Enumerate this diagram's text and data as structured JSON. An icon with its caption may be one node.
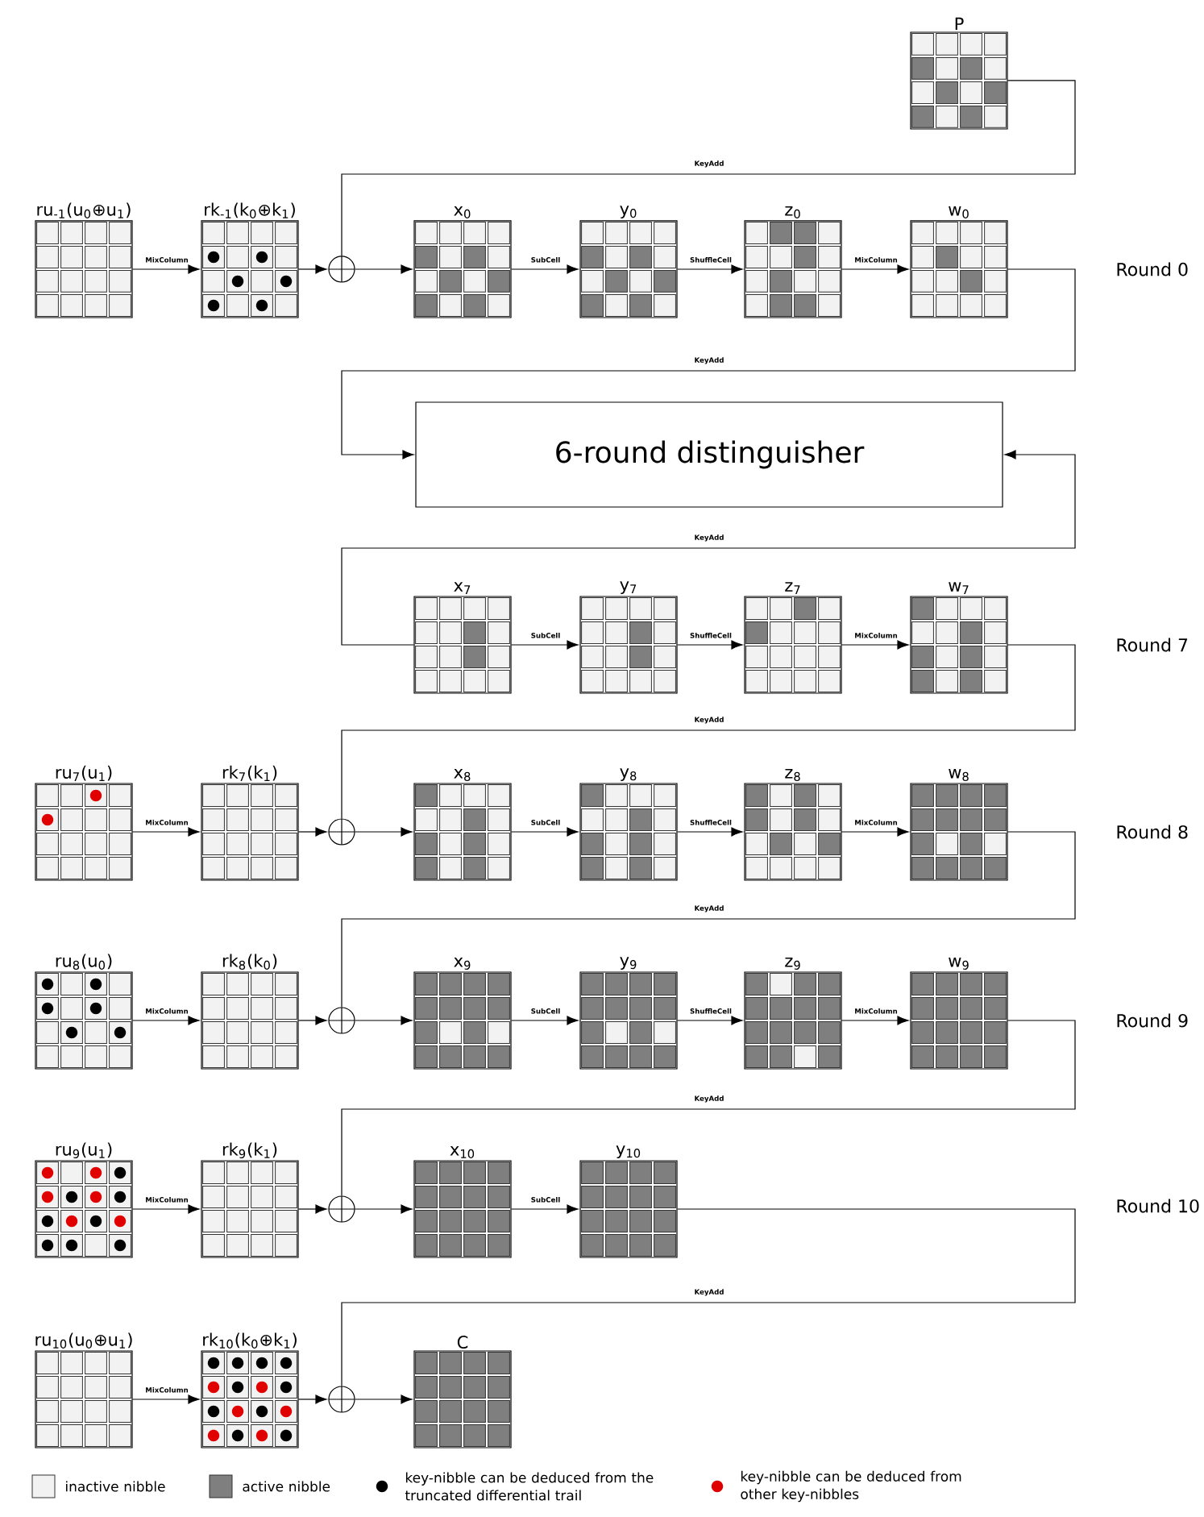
{
  "diagram": {
    "nodes": [
      {
        "text": [
          "P"
        ]
      },
      {
        "text": [
          "ru$_{-1}$(u$_{0}$⊕u$_{1}$)"
        ]
      },
      {
        "text": [
          "rk$_{-1}$(k$_{0}$⊕k$_{1}$)"
        ]
      },
      {
        "text": [],
        "shape": "circle"
      },
      {
        "text": [
          "x$_{0}$"
        ]
      },
      {
        "text": [
          "y$_{0}$"
        ]
      },
      {
        "text": [
          "z$_{0}$"
        ]
      },
      {
        "text": [
          "w$_{0}$"
        ]
      },
      {
        "text": [
          "6-round distinguisher"
        ]
      },
      {
        "text": [
          "x$_{7}$"
        ]
      },
      {
        "text": [
          "y$_{7}$"
        ]
      },
      {
        "text": [
          "z$_{7}$"
        ]
      },
      {
        "text": [
          "w$_{7}$"
        ]
      },
      {
        "text": [
          "ru$_{7}$(u$_{1}$)"
        ]
      },
      {
        "text": [
          "rk$_{7}$(k$_{1}$)"
        ]
      },
      {
        "text": [],
        "shape": "circle"
      },
      {
        "text": [
          "x$_{8}$"
        ]
      },
      {
        "text": [
          "y$_{8}$"
        ]
      },
      {
        "text": [
          "z$_{8}$"
        ]
      },
      {
        "text": [
          "w$_{8}$"
        ]
      },
      {
        "text": [
          "ru$_{8}$(u$_{0}$)"
        ]
      },
      {
        "text": [
          "rk$_{8}$(k$_{0}$)"
        ]
      },
      {
        "text": [],
        "shape": "circle"
      },
      {
        "text": [
          "x$_{9}$"
        ]
      },
      {
        "text": [
          "y$_{9}$"
        ]
      },
      {
        "text": [
          "z$_{9}$"
        ]
      },
      {
        "text": [
          "w$_{9}$"
        ]
      },
      {
        "text": [
          "ru$_{9}$(u$_{1}$)"
        ]
      },
      {
        "text": [
          "rk$_{9}$(k$_{1}$)"
        ]
      },
      {
        "text": [],
        "shape": "circle"
      },
      {
        "text": [
          "x$_{10}$"
        ]
      },
      {
        "text": [
          "y$_{10}$"
        ]
      },
      {
        "text": [
          "ru$_{10}$(u$_{0}$⊕u$_{1}$)"
        ]
      },
      {
        "text": [
          "rk$_{10}$(k$_{0}$⊕k$_{1}$)"
        ]
      },
      {
        "text": [],
        "shape": "circle"
      },
      {
        "text": [
          "C"
        ]
      }
    ],
    "edges": [
      {
        "from": 1,
        "to": 2,
        "arrow": "to",
        "label": "MixColumn"
      },
      {
        "from": 2,
        "to": 3,
        "arrow": "to"
      },
      {
        "from": 0,
        "to": 3,
        "arrow": "none",
        "label": "KeyAdd"
      },
      {
        "from": 3,
        "to": 4,
        "arrow": "to"
      },
      {
        "from": 4,
        "to": 5,
        "arrow": "to",
        "label": "SubCell"
      },
      {
        "from": 5,
        "to": 6,
        "arrow": "to",
        "label": "ShuffleCell"
      },
      {
        "from": 6,
        "to": 7,
        "arrow": "to",
        "label": "MixColumn"
      },
      {
        "from": 7,
        "to": 8,
        "arrow": "to",
        "label": "KeyAdd"
      },
      {
        "from": 9,
        "to": 8,
        "arrow": "to",
        "label": "KeyAdd"
      },
      {
        "from": 9,
        "to": 10,
        "arrow": "to",
        "label": "SubCell"
      },
      {
        "from": 10,
        "to": 11,
        "arrow": "to",
        "label": "ShuffleCell"
      },
      {
        "from": 11,
        "to": 12,
        "arrow": "to",
        "label": "MixColumn"
      },
      {
        "from": 12,
        "to": 15,
        "arrow": "none",
        "label": "KeyAdd"
      },
      {
        "from": 13,
        "to": 14,
        "arrow": "to",
        "label": "MixColumn"
      },
      {
        "from": 14,
        "to": 15,
        "arrow": "to"
      },
      {
        "from": 15,
        "to": 16,
        "arrow": "to"
      },
      {
        "from": 16,
        "to": 17,
        "arrow": "to",
        "label": "SubCell"
      },
      {
        "from": 17,
        "to": 18,
        "arrow": "to",
        "label": "ShuffleCell"
      },
      {
        "from": 18,
        "to": 19,
        "arrow": "to",
        "label": "MixColumn"
      },
      {
        "from": 19,
        "to": 22,
        "arrow": "none",
        "label": "KeyAdd"
      },
      {
        "from": 20,
        "to": 21,
        "arrow": "to",
        "label": "MixColumn"
      },
      {
        "from": 21,
        "to": 22,
        "arrow": "to"
      },
      {
        "from": 22,
        "to": 23,
        "arrow": "to"
      },
      {
        "from": 23,
        "to": 24,
        "arrow": "to",
        "label": "SubCell"
      },
      {
        "from": 24,
        "to": 25,
        "arrow": "to",
        "label": "ShuffleCell"
      },
      {
        "from": 25,
        "to": 26,
        "arrow": "to",
        "label": "MixColumn"
      },
      {
        "from": 26,
        "to": 29,
        "arrow": "none",
        "label": "KeyAdd"
      },
      {
        "from": 27,
        "to": 28,
        "arrow": "to",
        "label": "MixColumn"
      },
      {
        "from": 28,
        "to": 29,
        "arrow": "to"
      },
      {
        "from": 29,
        "to": 30,
        "arrow": "to"
      },
      {
        "from": 30,
        "to": 31,
        "arrow": "to",
        "label": "SubCell"
      },
      {
        "from": 31,
        "to": 34,
        "arrow": "none",
        "label": "KeyAdd"
      },
      {
        "from": 32,
        "to": 33,
        "arrow": "to",
        "label": "MixColumn"
      },
      {
        "from": 33,
        "to": 34,
        "arrow": "to"
      },
      {
        "from": 34,
        "to": 35,
        "arrow": "to"
      }
    ],
    "labels": [
      "Round 0",
      "Round 7",
      "Round 8",
      "Round 9",
      "Round 10"
    ],
    "legend": [
      {
        "text": "inactive nibble",
        "color": "#f2f2f2"
      },
      {
        "text": "active nibble",
        "color": "#7f7f7f"
      },
      {
        "text": "key-nibble can be deduced from the truncated differential trail",
        "color": "#000000"
      },
      {
        "text": "key-nibble can be deduced from other key-nibbles",
        "color": "#e00000"
      }
    ]
  }
}
